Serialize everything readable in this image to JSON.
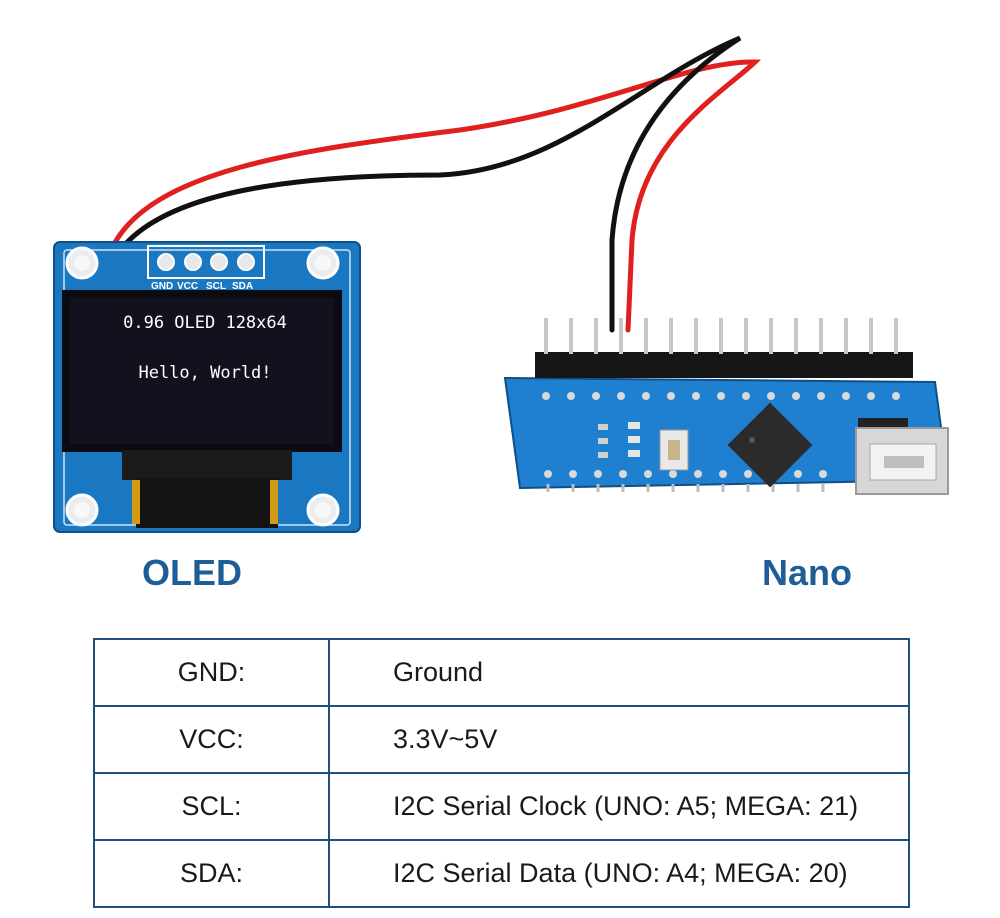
{
  "oled": {
    "header_pins": [
      "GND",
      "VCC",
      "SCL",
      "SDA"
    ],
    "screen_line1": "0.96 OLED 128x64",
    "screen_line2": "Hello, World!",
    "label": "OLED"
  },
  "nano": {
    "label": "Nano"
  },
  "colors": {
    "accent": "#1f5d98",
    "table_border": "#1e4f7f",
    "pcb_blue": "#1a78c2",
    "wire_red": "#e0201e",
    "wire_black": "#111111"
  },
  "pin_table": [
    {
      "pin": "GND:",
      "desc": "Ground"
    },
    {
      "pin": "VCC:",
      "desc": "3.3V~5V"
    },
    {
      "pin": "SCL:",
      "desc": "I2C Serial Clock (UNO: A5; MEGA: 21)"
    },
    {
      "pin": "SDA:",
      "desc": "I2C Serial Data (UNO: A4; MEGA: 20)"
    }
  ]
}
